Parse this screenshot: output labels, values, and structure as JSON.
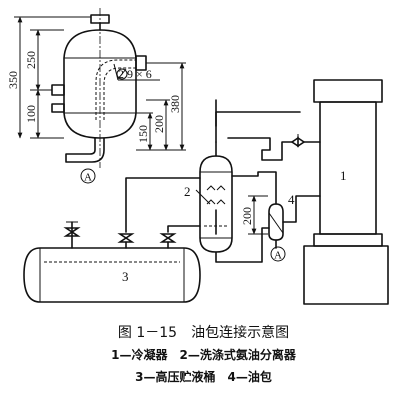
{
  "detail_dims": {
    "overall_height": "350",
    "upper_height": "250",
    "lower_height": "100",
    "nozzle_height": "150",
    "mid_height": "200",
    "full_height": "380",
    "pipe_spec": "2 9 × 6"
  },
  "callouts": {
    "condenser": "1",
    "separator": "2",
    "receiver": "3",
    "oil_pot": "4",
    "pipe_height": "200"
  },
  "view_markers": {
    "detail": "A",
    "pot": "A"
  },
  "caption": {
    "figure": "图 1－15　油包连接示意图",
    "legend_line_1": "1—冷凝器　2—洗涤式氨油分离器",
    "legend_line_2": "3—高压贮液桶　4—油包"
  }
}
